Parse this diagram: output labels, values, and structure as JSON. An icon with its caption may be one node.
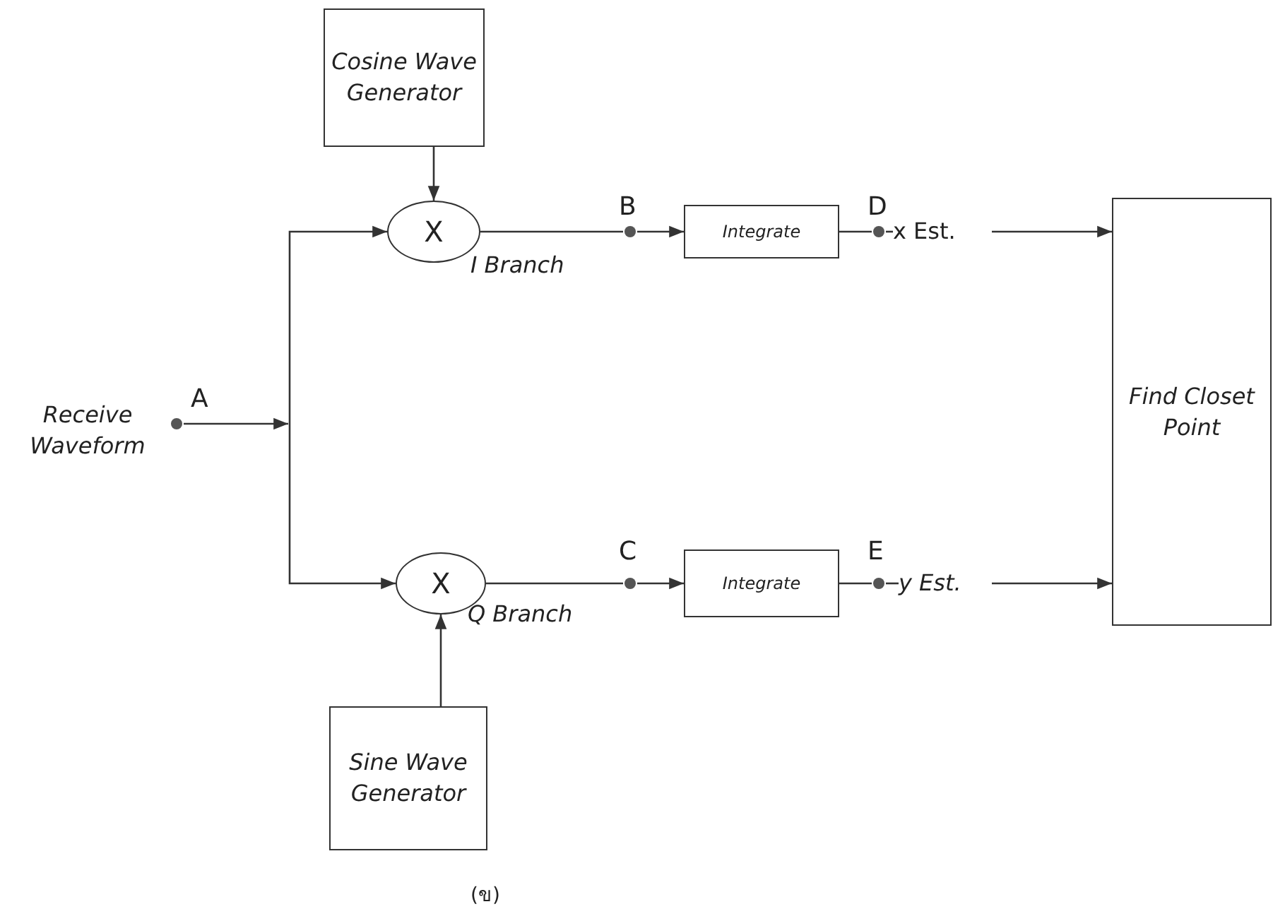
{
  "diagram": {
    "caption": "(ข)",
    "nodes": [
      {
        "text": [
          "Cosine Wave Generator"
        ]
      },
      {
        "text": [
          "Receive Waveform"
        ]
      },
      {
        "text": [],
        "shape": "circle",
        "beside": [
          "A"
        ]
      },
      {
        "text": [
          "X"
        ],
        "beside": [
          "I Branch"
        ]
      },
      {
        "text": [],
        "shape": "circle",
        "beside": [
          "B"
        ]
      },
      {
        "text": [
          "Integrate"
        ]
      },
      {
        "text": [],
        "shape": "circle",
        "beside": [
          "D"
        ]
      },
      {
        "text": [
          "x Est."
        ]
      },
      {
        "text": [
          "Find Closet Point"
        ]
      },
      {
        "text": [
          "X"
        ],
        "beside": [
          "Q Branch"
        ]
      },
      {
        "text": [],
        "shape": "circle",
        "beside": [
          "C"
        ]
      },
      {
        "text": [
          "Integrate"
        ]
      },
      {
        "text": [],
        "shape": "circle",
        "beside": [
          "E"
        ]
      },
      {
        "text": [
          "y Est."
        ]
      },
      {
        "text": [
          "Sine Wave Generator"
        ]
      }
    ],
    "edges": [
      {
        "from": 2,
        "to": 3,
        "arrow": "to"
      },
      {
        "from": 2,
        "to": 9,
        "arrow": "to"
      },
      {
        "from": 0,
        "to": 3,
        "arrow": "to"
      },
      {
        "from": 3,
        "to": 4,
        "arrow": "none"
      },
      {
        "from": 4,
        "to": 5,
        "arrow": "to"
      },
      {
        "from": 5,
        "to": 6,
        "arrow": "none"
      },
      {
        "from": 6,
        "to": 7,
        "arrow": "none"
      },
      {
        "from": 7,
        "to": 8,
        "arrow": "to"
      },
      {
        "from": 14,
        "to": 9,
        "arrow": "to"
      },
      {
        "from": 9,
        "to": 10,
        "arrow": "none"
      },
      {
        "from": 10,
        "to": 11,
        "arrow": "to"
      },
      {
        "from": 11,
        "to": 12,
        "arrow": "none"
      },
      {
        "from": 12,
        "to": 13,
        "arrow": "none"
      },
      {
        "from": 13,
        "to": 8,
        "arrow": "to"
      }
    ]
  }
}
